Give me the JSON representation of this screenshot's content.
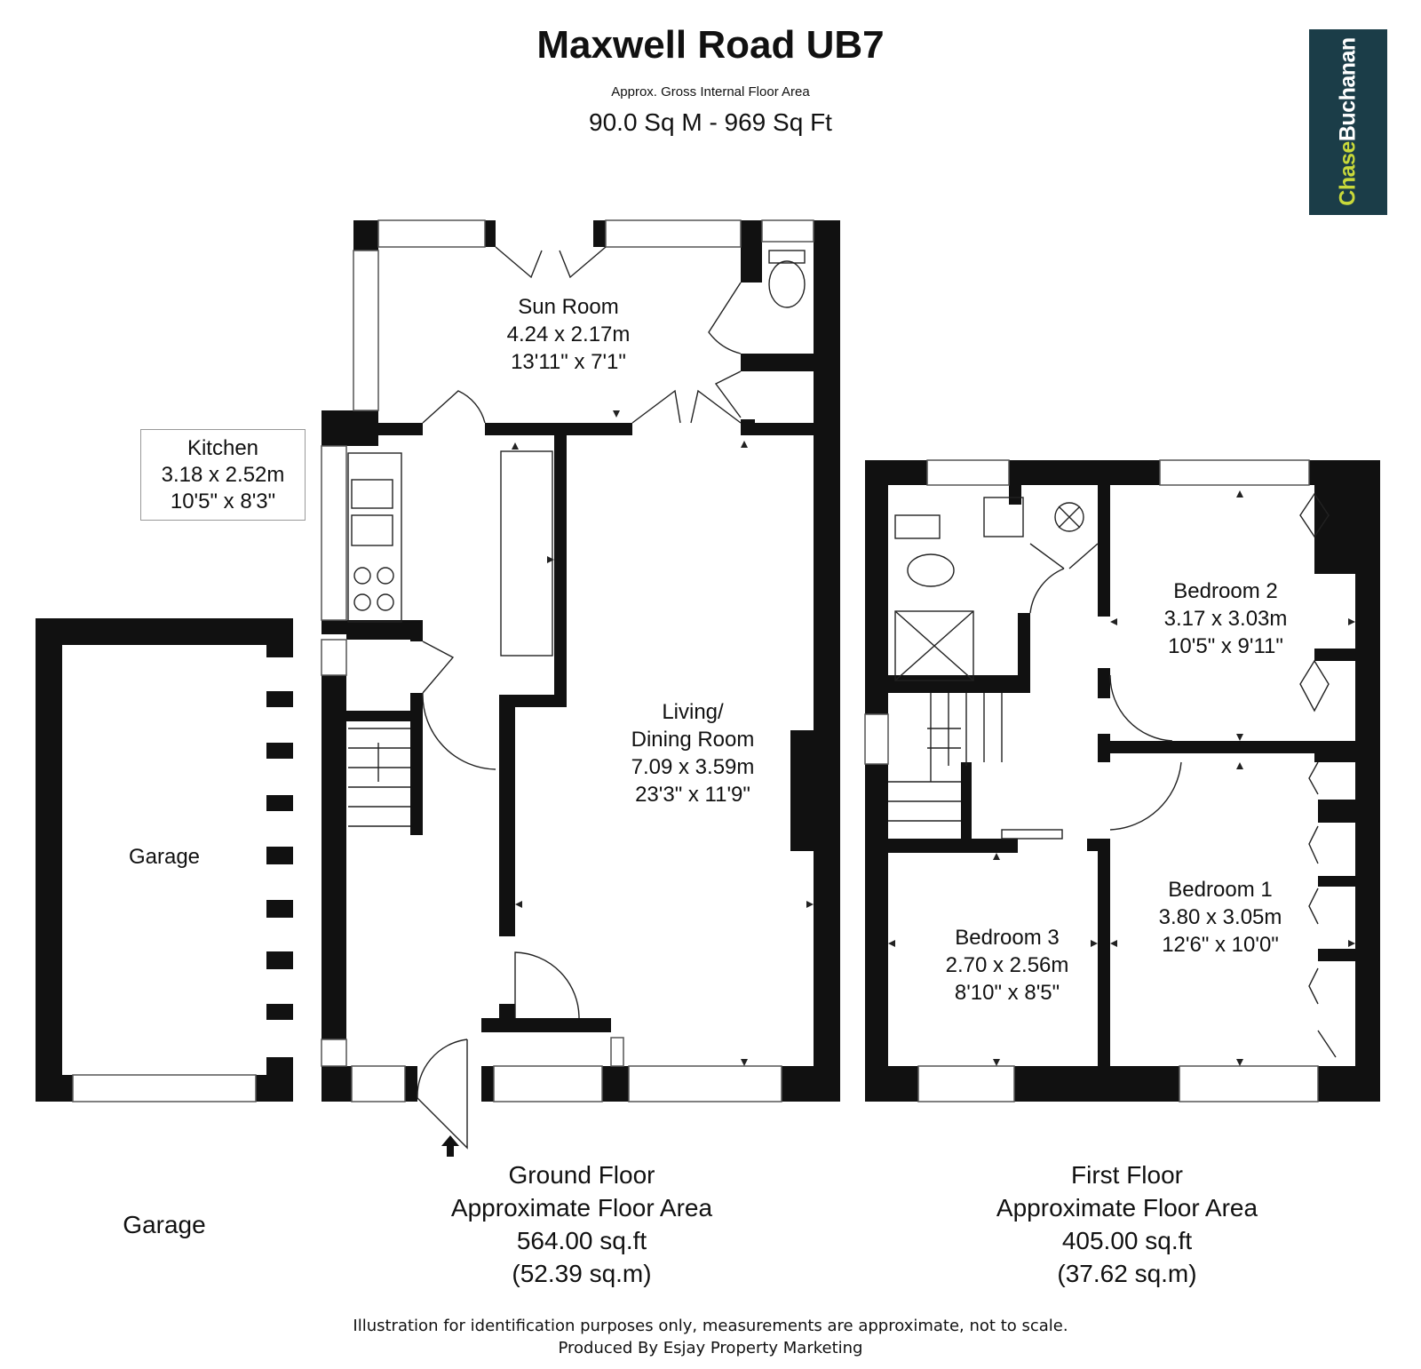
{
  "header": {
    "title": "Maxwell Road UB7",
    "subtitle": "Approx. Gross Internal Floor Area",
    "total_area": "90.0 Sq M - 969 Sq Ft"
  },
  "logo": {
    "part1": "Chase",
    "part2": "Buchanan",
    "bg": "#1b3d48",
    "accent": "#c9d93a"
  },
  "rooms": {
    "sun_room": [
      "Sun Room",
      "4.24 x 2.17m",
      "13'11\" x 7'1\""
    ],
    "kitchen": [
      "Kitchen",
      "3.18 x 2.52m",
      "10'5\" x 8'3\""
    ],
    "living": [
      "Living/",
      "Dining Room",
      "7.09 x 3.59m",
      "23'3\" x 11'9\""
    ],
    "garage": [
      "Garage"
    ],
    "bedroom2": [
      "Bedroom 2",
      "3.17 x 3.03m",
      "10'5\" x 9'11\""
    ],
    "bedroom1": [
      "Bedroom 1",
      "3.80 x 3.05m",
      "12'6\" x 10'0\""
    ],
    "bedroom3": [
      "Bedroom 3",
      "2.70 x 2.56m",
      "8'10\" x 8'5\""
    ]
  },
  "floors": {
    "ground": [
      "Ground Floor",
      "Approximate Floor Area",
      "564.00 sq.ft",
      "(52.39 sq.m)"
    ],
    "first": [
      "First Floor",
      "Approximate Floor Area",
      "405.00 sq.ft",
      "(37.62 sq.m)"
    ],
    "garage": "Garage"
  },
  "footer": {
    "line1": "Illustration for identification purposes only, measurements are approximate, not to scale.",
    "line2": "Produced By Esjay Property Marketing"
  }
}
